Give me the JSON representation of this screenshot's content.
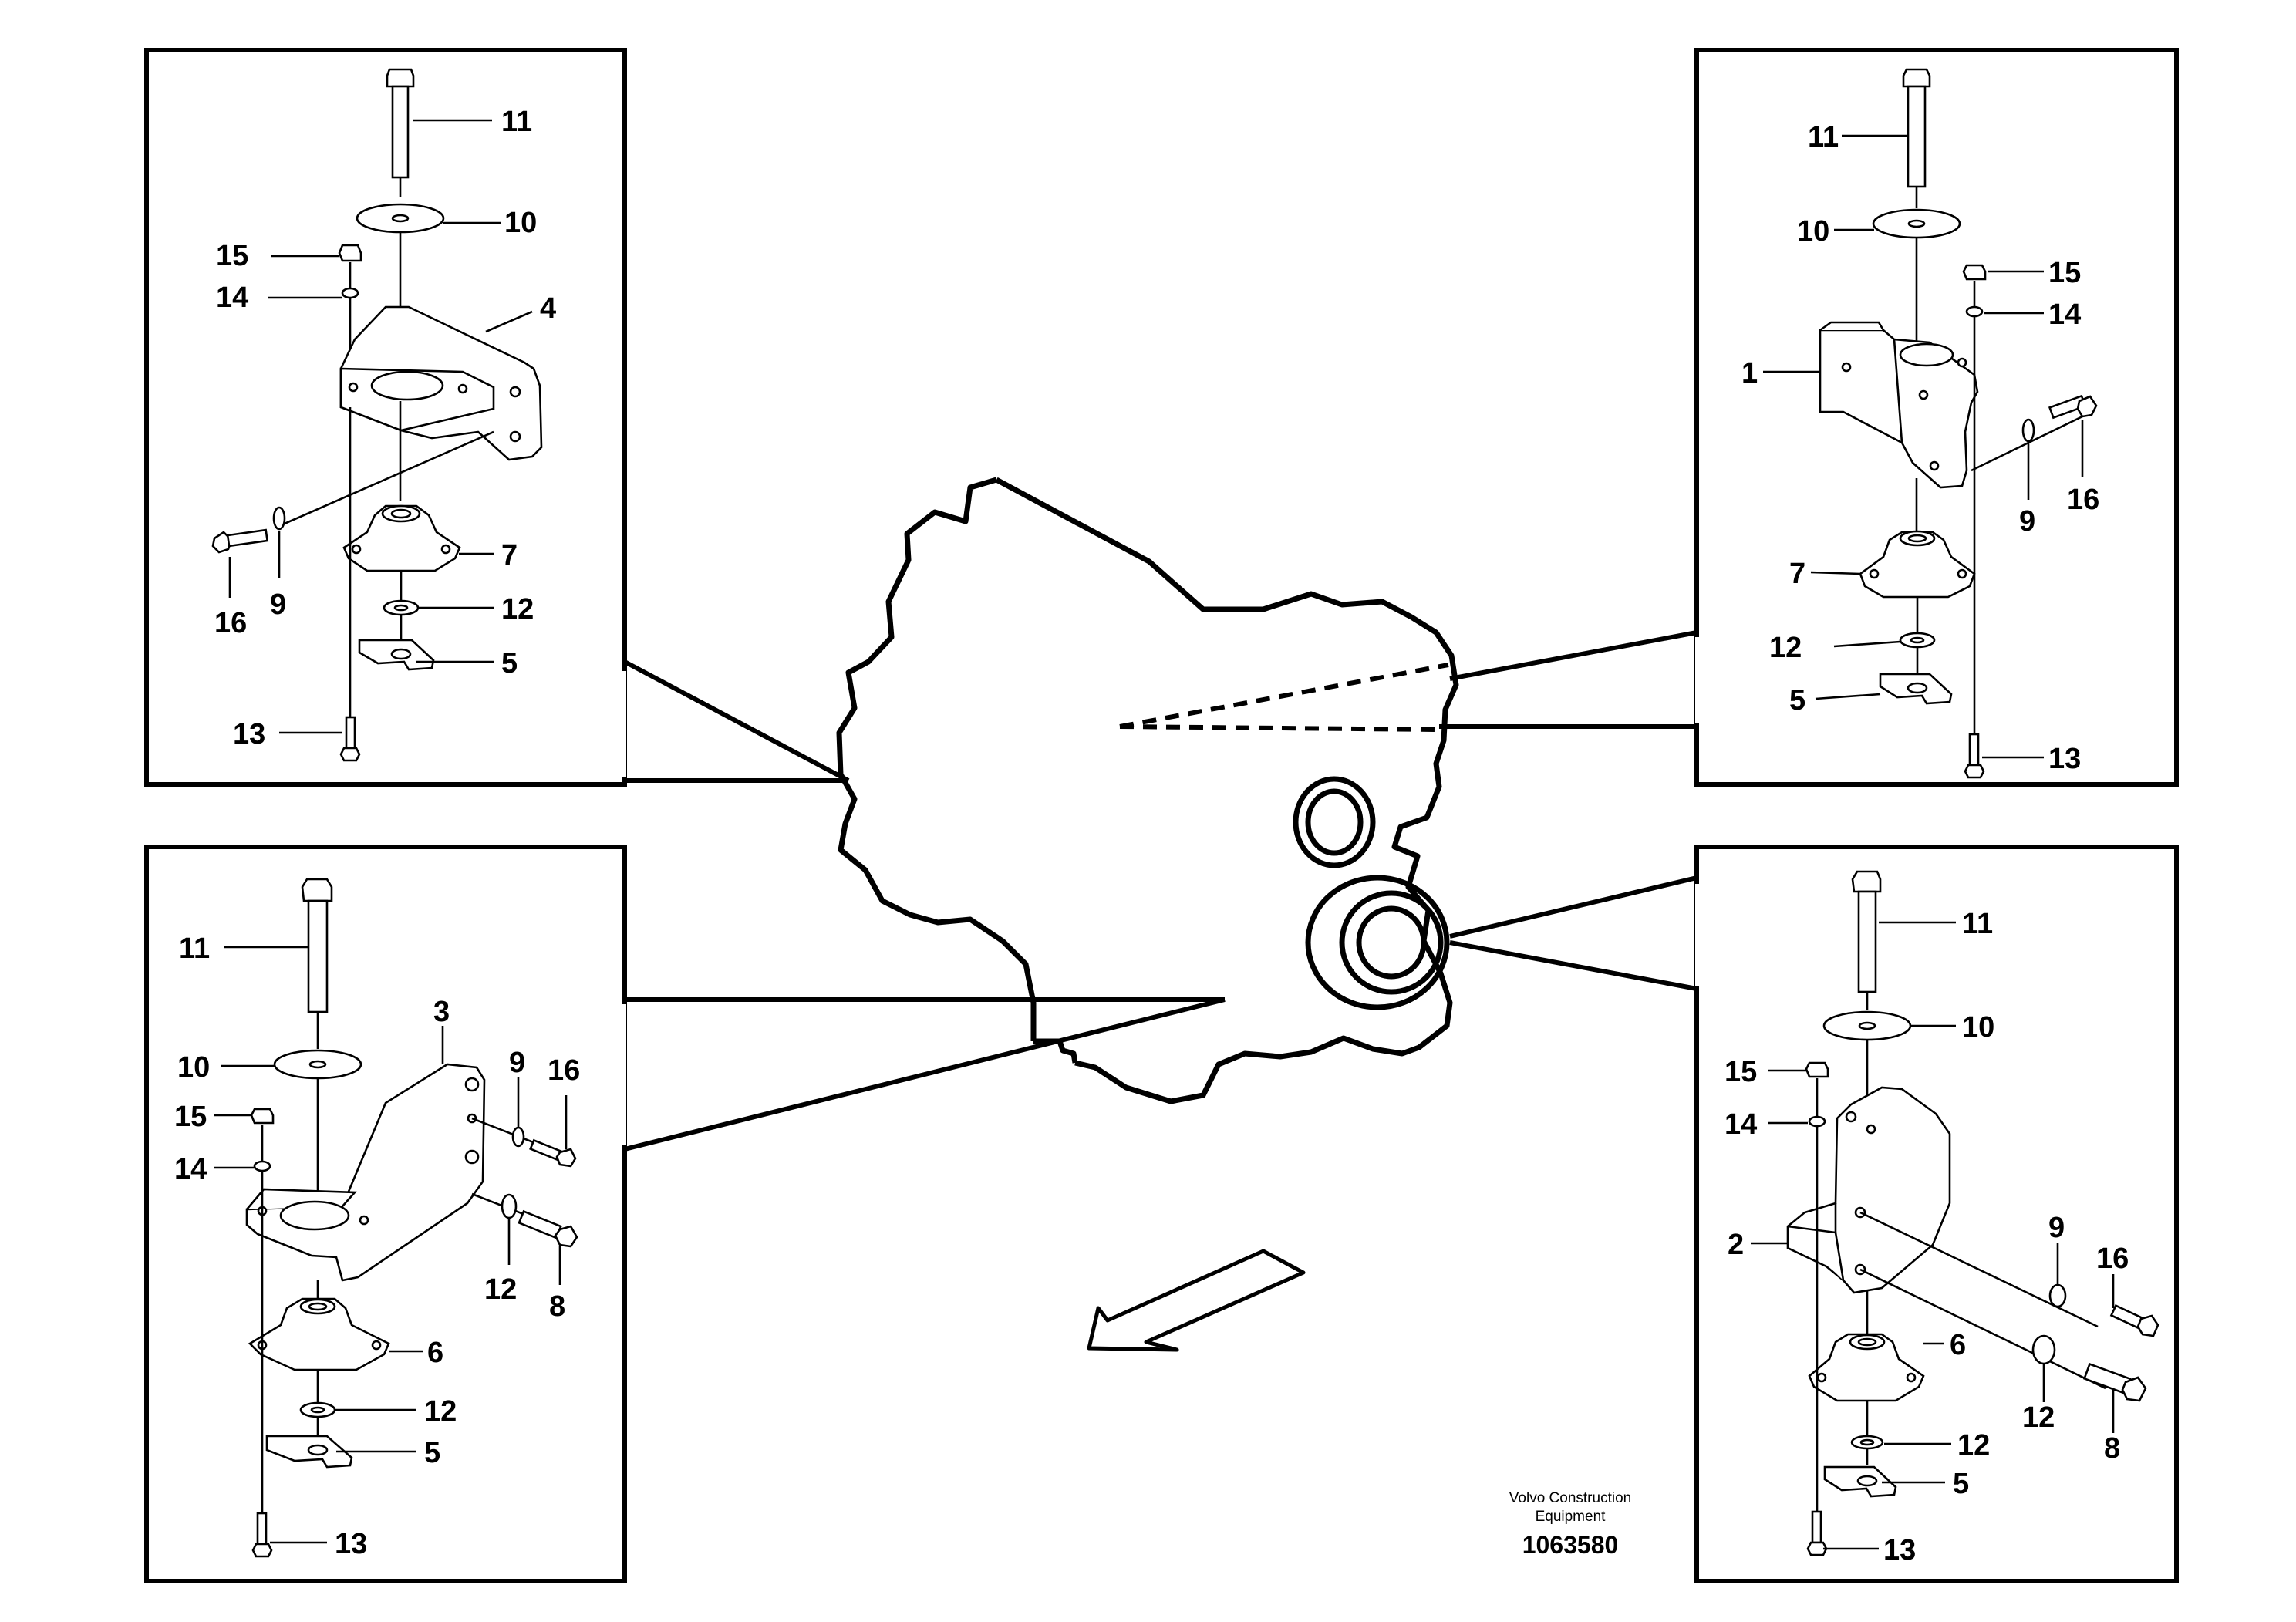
{
  "footer": {
    "company_line1": "Volvo Construction",
    "company_line2": "Equipment",
    "drawing_number": "1063580"
  },
  "panels": {
    "top_left": {
      "labels": {
        "l11": "11",
        "l10": "10",
        "l15": "15",
        "l14": "14",
        "l4": "4",
        "l16": "16",
        "l9": "9",
        "l7": "7",
        "l12": "12",
        "l5": "5",
        "l13": "13"
      }
    },
    "top_right": {
      "labels": {
        "l11": "11",
        "l10": "10",
        "l15": "15",
        "l14": "14",
        "l1": "1",
        "l9": "9",
        "l16": "16",
        "l7": "7",
        "l12": "12",
        "l5": "5",
        "l13": "13"
      }
    },
    "bottom_left": {
      "labels": {
        "l11": "11",
        "l10": "10",
        "l3": "3",
        "l9": "9",
        "l16": "16",
        "l15": "15",
        "l14": "14",
        "l12a": "12",
        "l8": "8",
        "l6": "6",
        "l12b": "12",
        "l5": "5",
        "l13": "13"
      }
    },
    "bottom_right": {
      "labels": {
        "l11": "11",
        "l10": "10",
        "l15": "15",
        "l14": "14",
        "l2": "2",
        "l9": "9",
        "l16": "16",
        "l6": "6",
        "l12a": "12",
        "l8": "8",
        "l12b": "12",
        "l5": "5",
        "l13": "13"
      }
    }
  },
  "icons": {
    "direction": "forward-arrow-icon",
    "engine": "engine-outline-icon"
  }
}
